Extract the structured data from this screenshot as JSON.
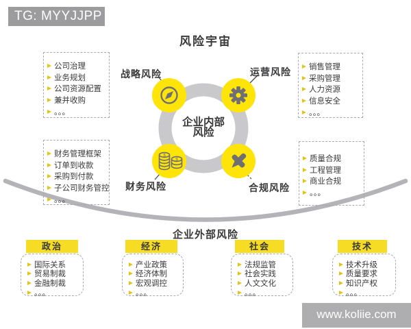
{
  "tag": {
    "text": "TG: MYYJJPP"
  },
  "title": "风险宇宙",
  "center": {
    "line1": "企业内部",
    "line2": "风险"
  },
  "internal": {
    "strategic": {
      "label": "战略风险",
      "icon": "compass-icon",
      "items": [
        "公司治理",
        "业务规划",
        "公司资源配置",
        "兼并收购",
        "。。。"
      ]
    },
    "operational": {
      "label": "运营风险",
      "icon": "gear-icon",
      "items": [
        "销售管理",
        "采购管理",
        "人力资源",
        "信息安全",
        "。。。"
      ]
    },
    "financial": {
      "label": "财务风险",
      "icon": "coins-icon",
      "items": [
        "财务管理框架",
        "订单到收款",
        "采购到付款",
        "子公司财务管控",
        "。。。"
      ]
    },
    "compliance": {
      "label": "合规风险",
      "icon": "crossed-tools-icon",
      "items": [
        "质量合规",
        "工程管理",
        "商业合规",
        "。。。"
      ]
    }
  },
  "external": {
    "title": "企业外部风险",
    "categories": [
      {
        "label": "政治",
        "items": [
          "国际关系",
          "贸易制裁",
          "金融制裁",
          "。。。"
        ]
      },
      {
        "label": "经济",
        "items": [
          "产业政策",
          "经济体制",
          "宏观调控",
          "。。。"
        ]
      },
      {
        "label": "社会",
        "items": [
          "法规监管",
          "社会实践",
          "人文文化",
          "。。。"
        ]
      },
      {
        "label": "技术",
        "items": [
          "技术升级",
          "质量要求",
          "知识产权",
          "。。。"
        ]
      }
    ]
  },
  "watermark": "www.koliie.com",
  "colors": {
    "accent_yellow": "#FFE40A",
    "header_yellow": "#F7DC26",
    "ring_gray": "#C9C9CB",
    "arc_gray": "#B4B4B8",
    "icon_gray": "#6F6F73",
    "tag_gray": "#9C9C9E",
    "watermark_gray": "#AEAEB0",
    "text_dark": "#39393B",
    "bullet_yellow": "#E2C414"
  }
}
